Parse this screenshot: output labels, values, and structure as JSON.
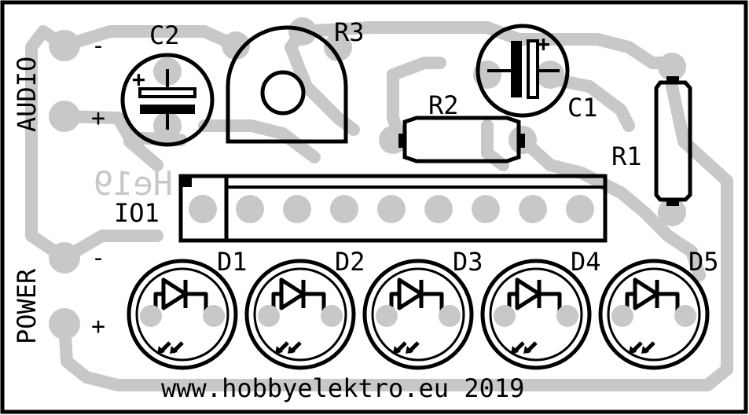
{
  "labels": {
    "audio": "AUDIO",
    "power": "POWER",
    "audio_minus": "-",
    "audio_plus": "+",
    "power_minus": "-",
    "power_plus": "+",
    "c2": "C2",
    "c1": "C1",
    "c_polarity": "+",
    "r3": "R3",
    "r2": "R2",
    "r1": "R1",
    "io1": "IO1",
    "d1": "D1",
    "d2": "D2",
    "d3": "D3",
    "d4": "D4",
    "d5": "D5",
    "mirror_text": "He19",
    "footer": "www.hobbyelektro.eu 2019"
  },
  "colors": {
    "silkscreen": "#000000",
    "copper": "#c8c8c8",
    "board": "#ffffff"
  }
}
